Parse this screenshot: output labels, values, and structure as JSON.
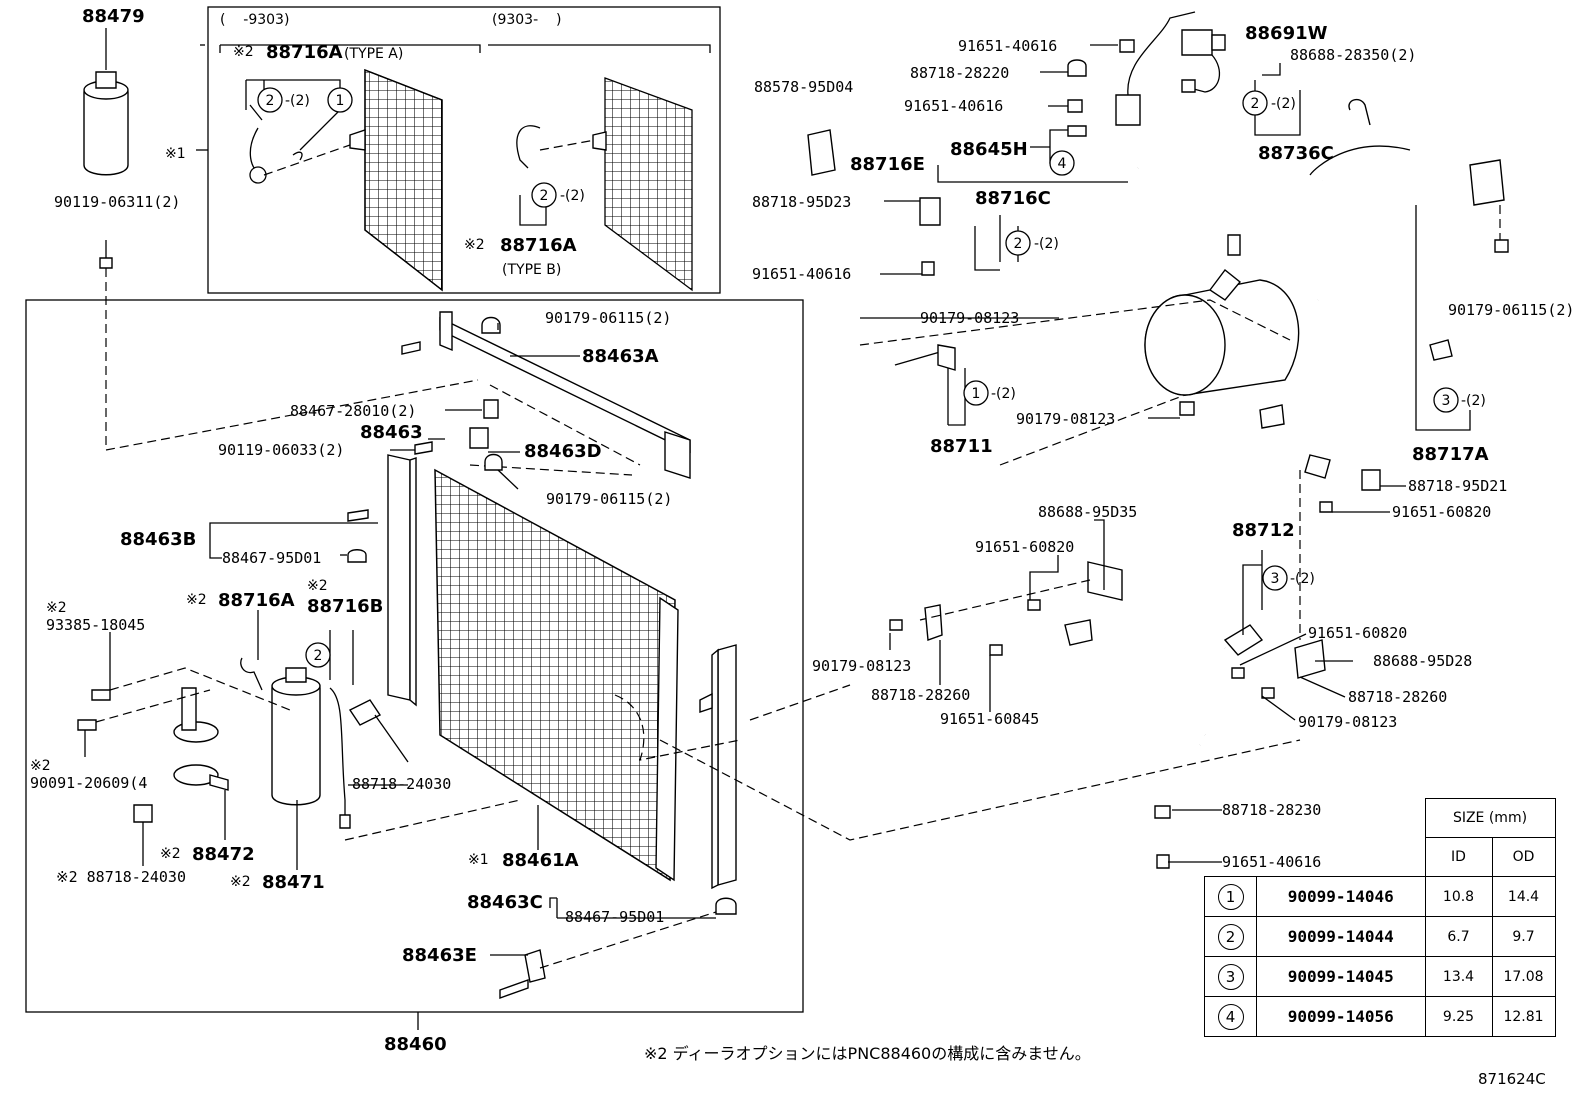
{
  "labels": {
    "p88479": "88479",
    "p90119_06311": "90119-06311(2)",
    "mark1_left": "※1",
    "range_before": "(    -9303)",
    "range_after": "(9303-    )",
    "p88716A_typeA": "88716A",
    "typeA_text": "(TYPE A)",
    "p88716A_typeB": "88716A",
    "typeB_text": "(TYPE B)",
    "pref2_a": "※2",
    "pref2_b": "※2",
    "oring2_qty_a": "-(2)",
    "oring2_qty_b": "-(2)",
    "p90179_06115_a": "90179-06115(2)",
    "p88463A": "88463A",
    "p88467_28010": "88467-28010(2)",
    "p88463": "88463",
    "p90119_06033": "90119-06033(2)",
    "p88463D": "88463D",
    "p90179_06115_b": "90179-06115(2)",
    "p88463B": "88463B",
    "p88467_95D01_a": "88467-95D01",
    "p88716A_left": "88716A",
    "pref2_88716A_left": "※2",
    "pref2_88716B": "※2",
    "p88716B": "88716B",
    "pref2_93385": "※2",
    "p93385_18045": "93385-18045",
    "pref2_90091": "※2",
    "p90091_20609": "90091-20609(4",
    "p88718_24030_a": "88718-24030",
    "pref2_88472": "※2",
    "p88472": "88472",
    "p88718_24030_b": "※2 88718-24030",
    "pref2_88471": "※2",
    "p88471": "88471",
    "pref1_88461A": "※1",
    "p88461A": "88461A",
    "p88463C": "88463C",
    "p88467_95D01_b": "88467-95D01",
    "p88463E": "88463E",
    "p88460": "88460",
    "p91651_40616_a": "91651-40616",
    "p88718_28220": "88718-28220",
    "p91651_40616_b": "91651-40616",
    "p88578_95D04": "88578-95D04",
    "p88716E": "88716E",
    "p88645H": "88645H",
    "p88716C": "88716C",
    "p88718_95D23": "88718-95D23",
    "p91651_40616_c": "91651-40616",
    "p90179_08123_a": "90179-08123",
    "p88711": "88711",
    "p90179_08123_b": "90179-08123",
    "p88691W": "88691W",
    "p88688_28350": "88688-28350(2)",
    "p88736C": "88736C",
    "p90179_06115_c": "90179-06115(2)",
    "p88717A": "88717A",
    "p88718_95D21": "88718-95D21",
    "p91651_60820_a": "91651-60820",
    "p88712": "88712",
    "p88688_95D35": "88688-95D35",
    "p91651_60820_b": "91651-60820",
    "p90179_08123_c": "90179-08123",
    "p88718_28260_a": "88718-28260",
    "p91651_60845": "91651-60845",
    "p91651_60820_c": "91651-60820",
    "p88688_95D28": "88688-95D28",
    "p88718_28260_b": "88718-28260",
    "p90179_08123_d": "90179-08123",
    "p88718_28230": "88718-28230",
    "p91651_40616_d": "91651-40616",
    "qty2_c": "-(2)",
    "qty2_d": "-(2)",
    "qty1": "-(2)",
    "qty3_a": "-(2)",
    "qty3_b": "-(2)",
    "c1": "1",
    "c2": "2",
    "c3": "3",
    "c4": "4"
  },
  "size_table": {
    "header": "SIZE (mm)",
    "col_id": "ID",
    "col_od": "OD",
    "rows": [
      {
        "mark": "1",
        "code": "90099-14046",
        "id": "10.8",
        "od": "14.4"
      },
      {
        "mark": "2",
        "code": "90099-14044",
        "id": "6.7",
        "od": "9.7"
      },
      {
        "mark": "3",
        "code": "90099-14045",
        "id": "13.4",
        "od": "17.08"
      },
      {
        "mark": "4",
        "code": "90099-14056",
        "id": "9.25",
        "od": "12.81"
      }
    ]
  },
  "note": "※2 ディーラオプションにはPNC88460の構成に含みません。",
  "figure_number": "871624C"
}
